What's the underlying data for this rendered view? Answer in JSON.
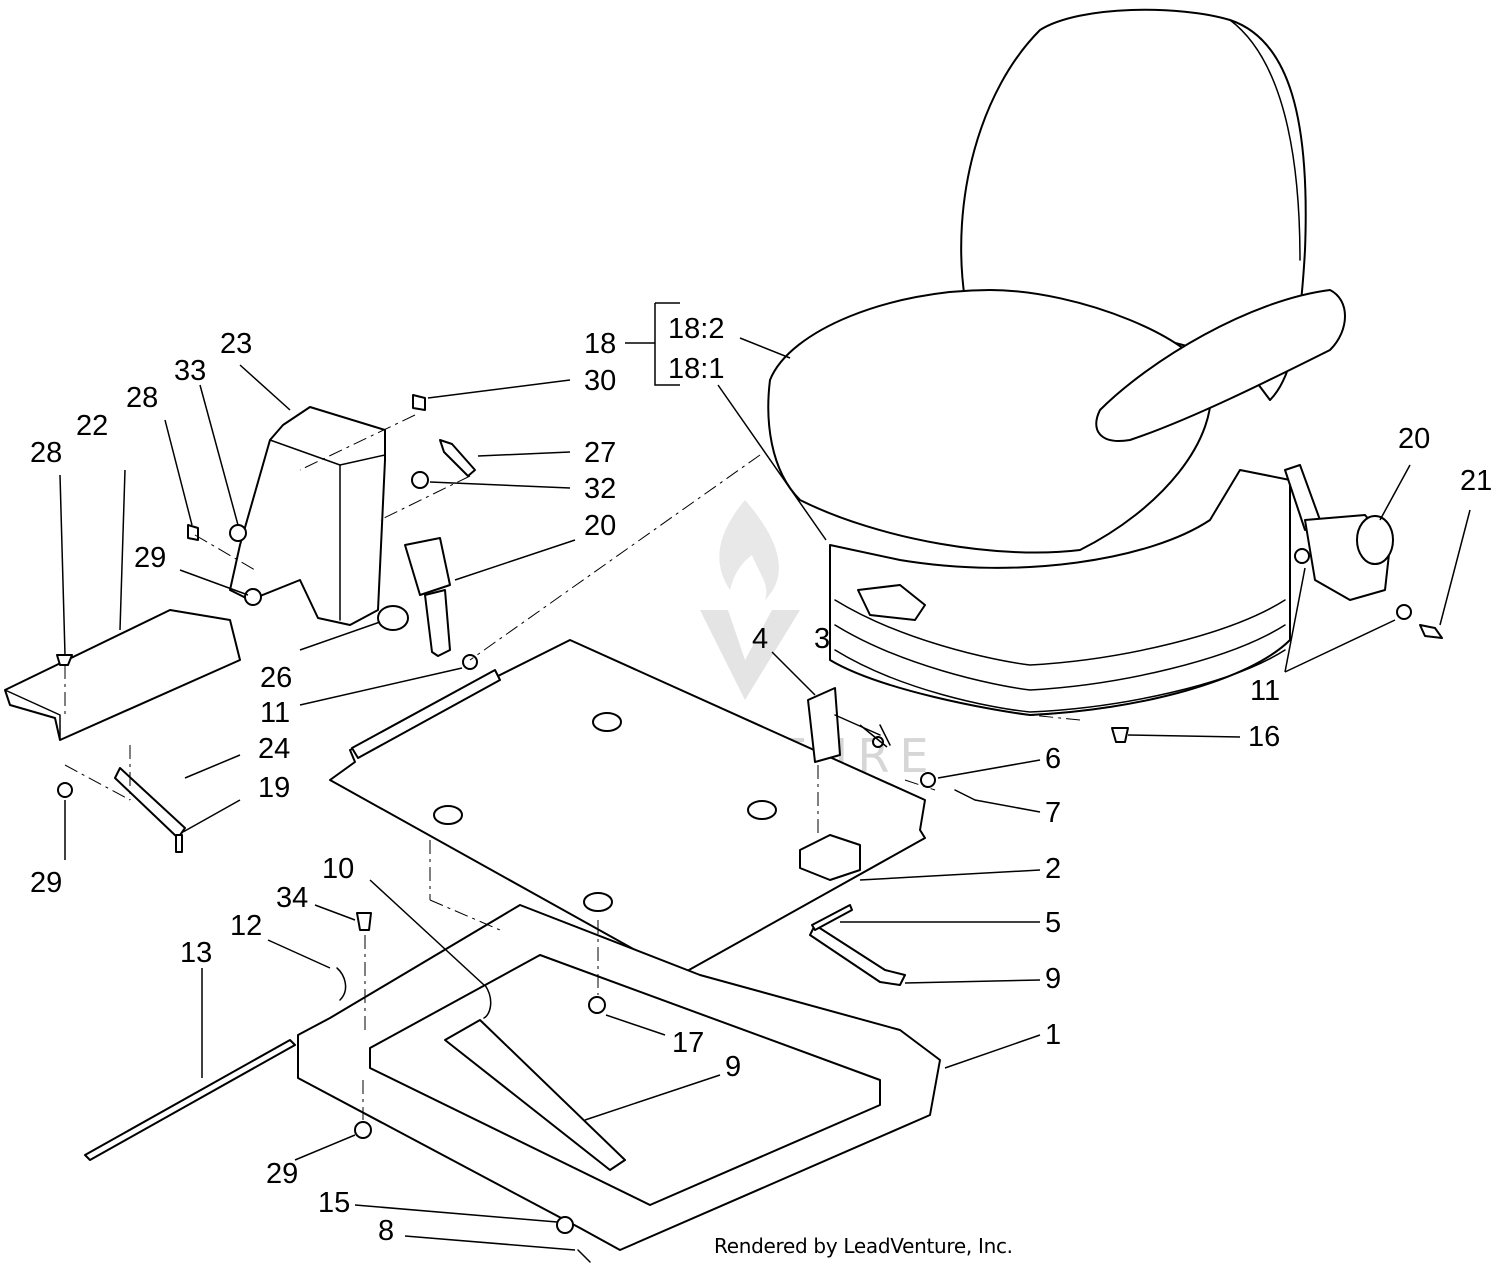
{
  "callouts": {
    "c1": "1",
    "c2": "2",
    "c3": "3",
    "c4": "4",
    "c5": "5",
    "c6": "6",
    "c7": "7",
    "c8": "8",
    "c9a": "9",
    "c9b": "9",
    "c10": "10",
    "c11a": "11",
    "c11b": "11",
    "c12": "12",
    "c13": "13",
    "c15": "15",
    "c16": "16",
    "c17": "17",
    "c18": "18",
    "c18_1": "18:1",
    "c18_2": "18:2",
    "c19": "19",
    "c20a": "20",
    "c20b": "20",
    "c21": "21",
    "c22": "22",
    "c23": "23",
    "c24": "24",
    "c26": "26",
    "c27": "27",
    "c28a": "28",
    "c28b": "28",
    "c29a": "29",
    "c29b": "29",
    "c29c": "29",
    "c30": "30",
    "c32": "32",
    "c33": "33",
    "c34": "34"
  },
  "watermark": {
    "text": "LEADVENTURE"
  },
  "footer": {
    "credit": "Rendered by LeadVenture, Inc."
  },
  "colors": {
    "line": "#000000",
    "background": "#ffffff",
    "watermark": "#d6d6d6"
  }
}
